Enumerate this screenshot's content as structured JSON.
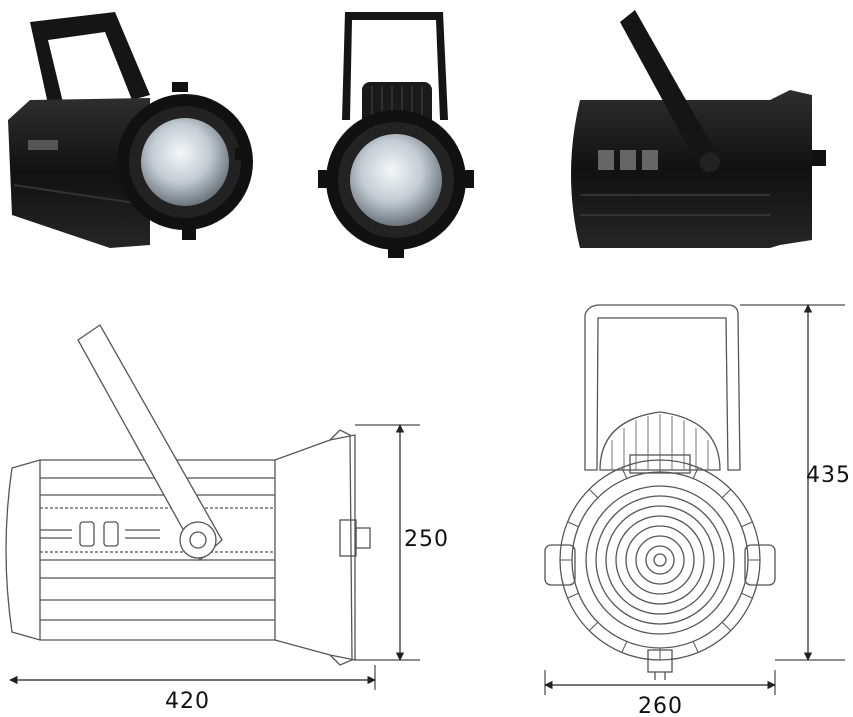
{
  "dimensions": {
    "width_mm": "420",
    "height_mm": "250",
    "front_width_mm": "260",
    "front_height_mm": "435"
  },
  "colors": {
    "body": "#151515",
    "body_highlight": "#3a3a3a",
    "lens": "#c9d2d8",
    "line": "#555555",
    "dim_line": "#222222"
  }
}
